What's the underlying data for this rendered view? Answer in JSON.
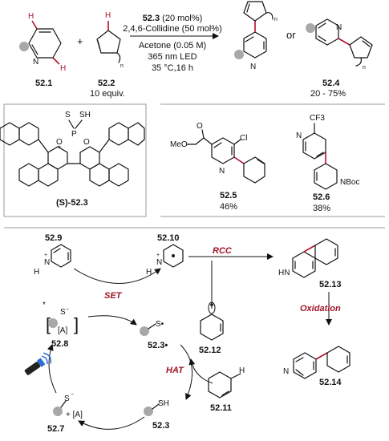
{
  "reaction": {
    "cond1": "52.3 (20 mol%)",
    "cond1_id": "52.3",
    "cond1_rest": " (20 mol%)",
    "cond2": "2,4,6-Collidine (50 mol%)",
    "cond3": "Acetone (0.05 M)",
    "cond4": "365 nm LED",
    "cond5": "35 °C,16 h",
    "plus": "+",
    "or": "or",
    "sub1_id": "52.1",
    "sub2_id": "52.2",
    "sub2_equiv": "10 equiv.",
    "prod_id": "52.4",
    "prod_yield": "20 - 75%"
  },
  "catalyst": {
    "id": "(S)-52.3"
  },
  "examples": [
    {
      "id": "52.5",
      "yield": "46%",
      "substituent1": "MeO",
      "substituent2": "Cl"
    },
    {
      "id": "52.6",
      "yield": "38%",
      "substituent1": "CF3",
      "substituent2": "NBoc"
    }
  ],
  "mechanism": {
    "labels": {
      "s9": "52.9",
      "s10": "52.10",
      "s13": "52.13",
      "s14": "52.14",
      "s8": "52.8",
      "s3r": "52.3•",
      "s12": "52.12",
      "s11": "52.11",
      "s3": "52.3",
      "s7": "52.7"
    },
    "steps": {
      "set": "SET",
      "rcc": "RCC",
      "hat": "HAT",
      "oxidation": "Oxidation"
    },
    "atoms": {
      "H": "H",
      "N": "N",
      "S": "S",
      "SH": "SH",
      "A": "[A]",
      "plusA": "+ [A]",
      "star": "*"
    }
  }
}
